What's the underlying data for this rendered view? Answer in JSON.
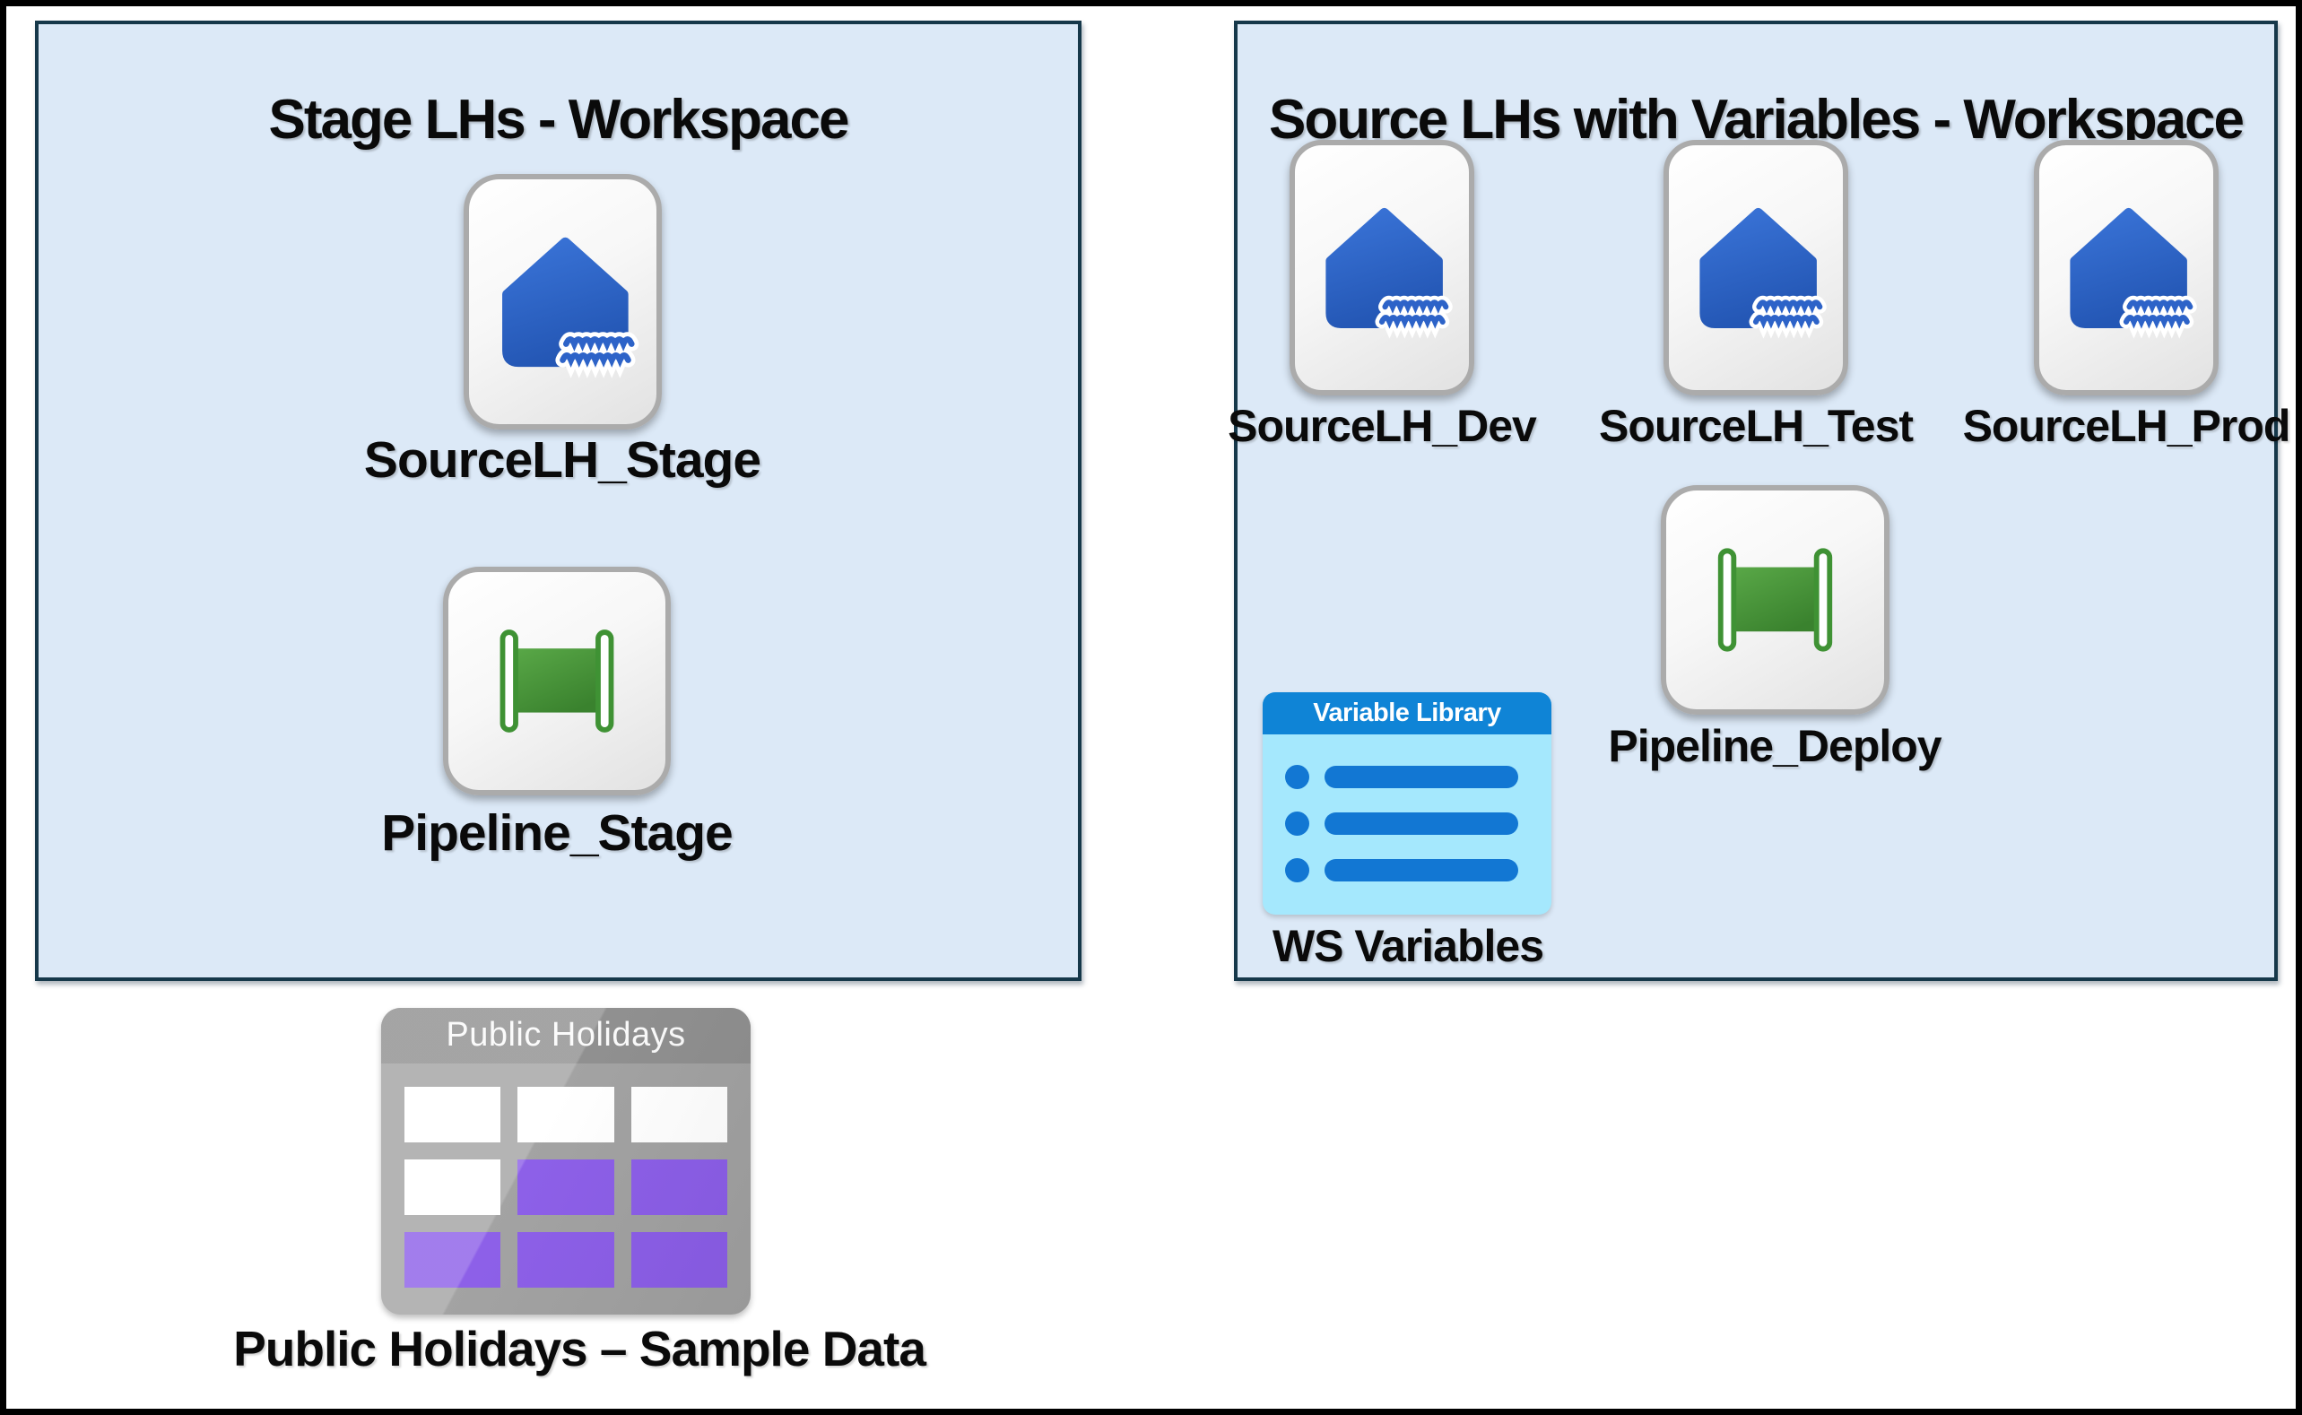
{
  "left_workspace": {
    "title": "Stage LHs - Workspace",
    "items": [
      {
        "type": "lakehouse",
        "icon": "lakehouse-icon",
        "label": "SourceLH_Stage"
      },
      {
        "type": "pipeline",
        "icon": "pipeline-icon",
        "label": "Pipeline_Stage"
      }
    ]
  },
  "right_workspace": {
    "title": "Source LHs with Variables - Workspace",
    "lakehouses": [
      {
        "type": "lakehouse",
        "icon": "lakehouse-icon",
        "label": "SourceLH_Dev"
      },
      {
        "type": "lakehouse",
        "icon": "lakehouse-icon",
        "label": "SourceLH_Test"
      },
      {
        "type": "lakehouse",
        "icon": "lakehouse-icon",
        "label": "SourceLH_Prod"
      }
    ],
    "pipeline": {
      "type": "pipeline",
      "icon": "pipeline-icon",
      "label": "Pipeline_Deploy"
    },
    "variable_library": {
      "type": "variable-library",
      "icon": "variable-library-icon",
      "header": "Variable Library",
      "label": "WS Variables",
      "rows": 3
    }
  },
  "sample_data": {
    "type": "table",
    "icon": "table-icon",
    "header": "Public Holidays",
    "label": "Public Holidays – Sample Data",
    "grid": [
      [
        "white",
        "white",
        "white"
      ],
      [
        "white",
        "purple",
        "purple"
      ],
      [
        "purple",
        "purple",
        "purple"
      ]
    ]
  },
  "colors": {
    "frame_black": "#000000",
    "workspace_bg": "#dce9f7",
    "workspace_border": "#16384a",
    "card_border": "#ababab",
    "lakehouse_blue": "#2d63c8",
    "pipeline_green": "#459238",
    "varlib_header_blue": "#0f84d6",
    "varlib_body_cyan": "#a5e8fd",
    "varlib_bar_blue": "#1277d3",
    "table_gray": "#a1a1a1",
    "table_header_gray": "#8e8e8e",
    "table_purple": "#8b5de8",
    "cell_white": "#ffffff",
    "text": "#0a0a0a"
  }
}
